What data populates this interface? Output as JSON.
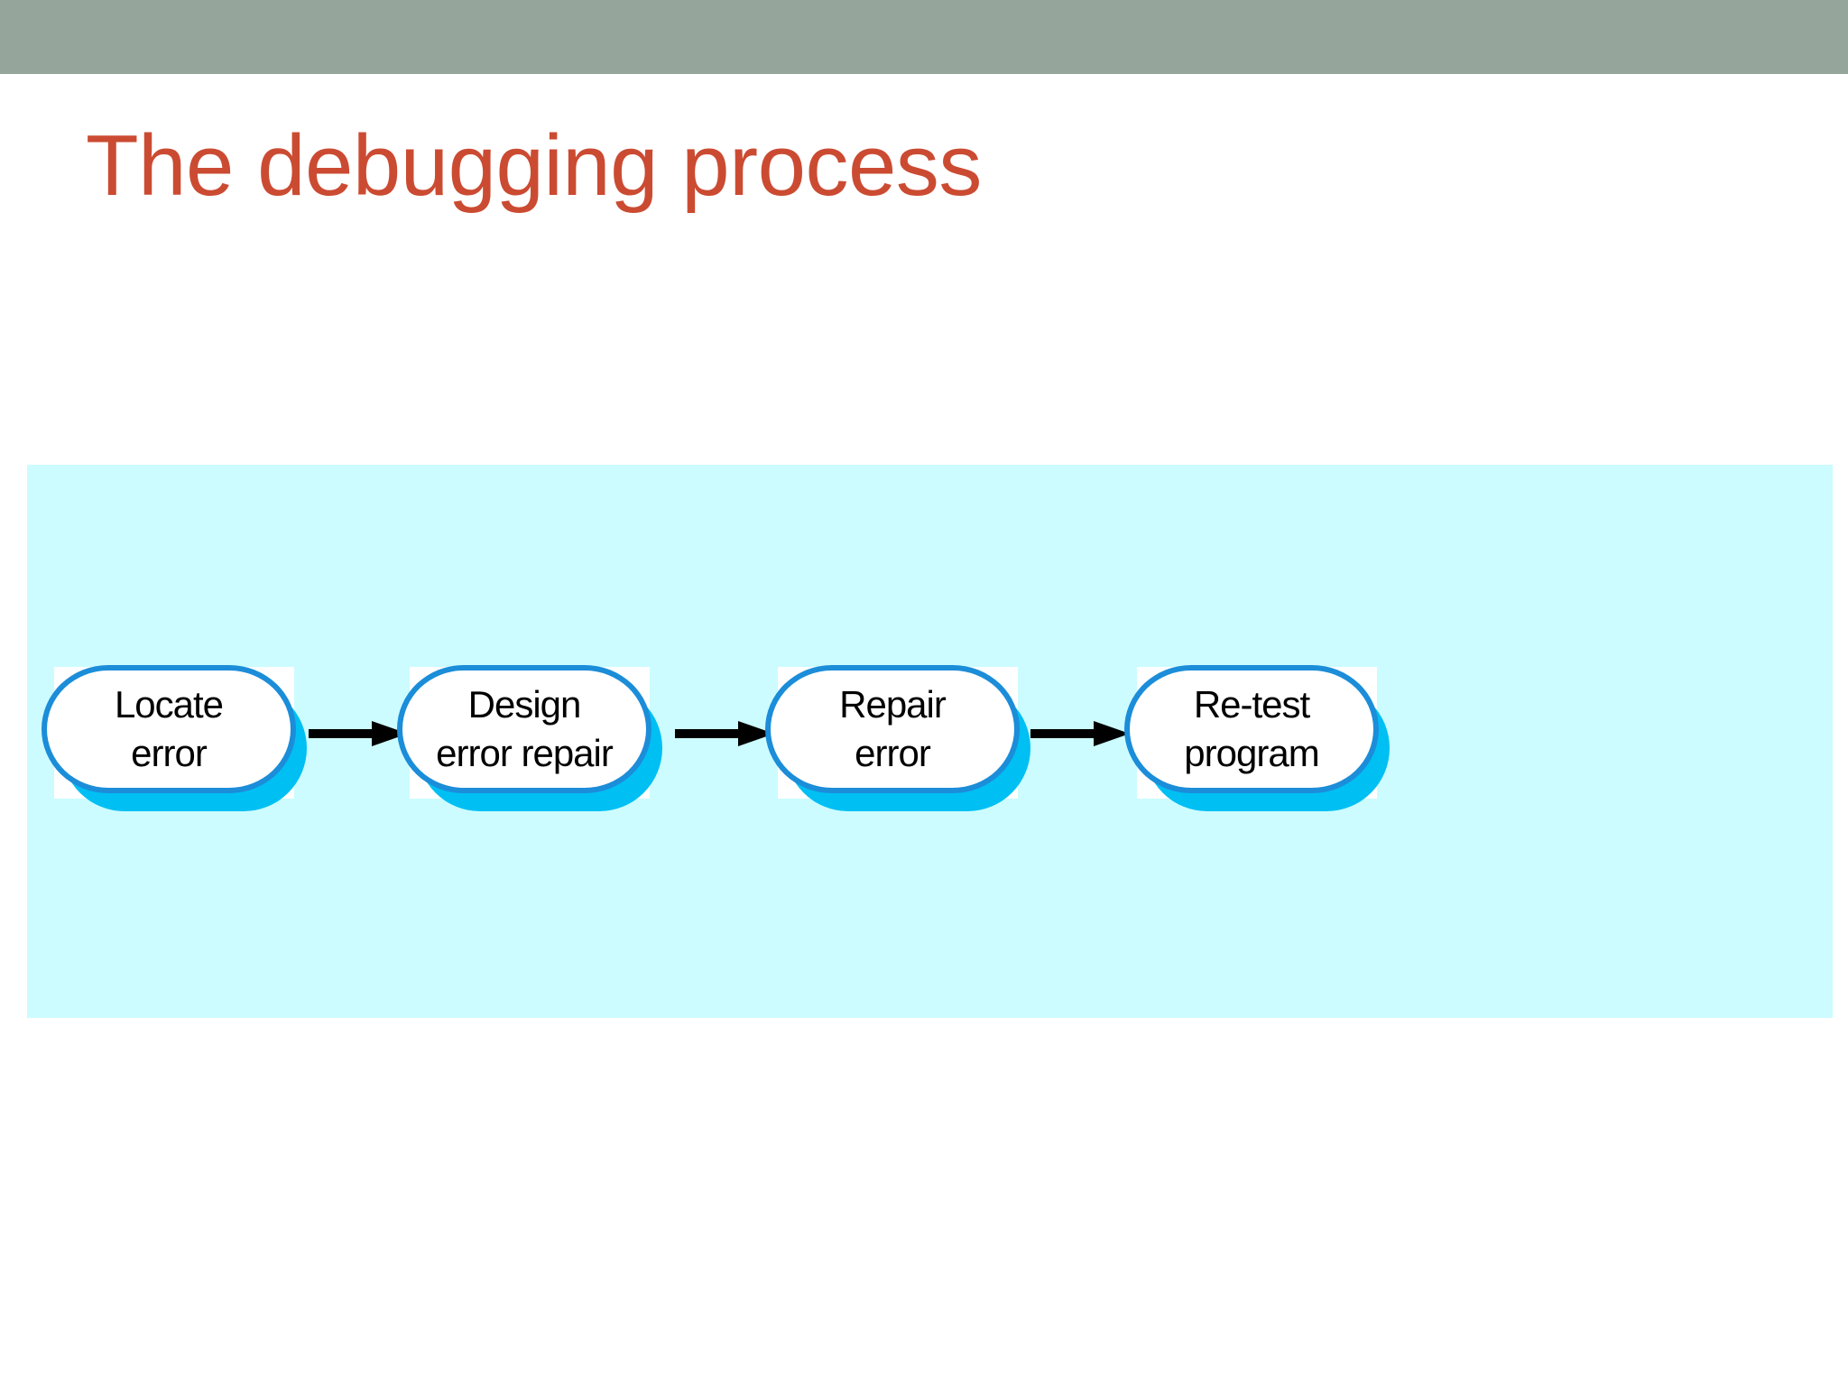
{
  "slide": {
    "title": "The debugging process",
    "title_color": "#cb4b32",
    "background_color": "#ffffff",
    "top_bar_color": "#95a59b"
  },
  "diagram": {
    "panel_color": "#ccfcff",
    "node_outline_color": "#1b8dd9",
    "node_fill_color": "#ffffff",
    "node_shadow_color": "#00bff3",
    "arrow_color": "#000000",
    "nodes": [
      {
        "line1": "Locate",
        "line2": "error"
      },
      {
        "line1": "Design",
        "line2": "error repair"
      },
      {
        "line1": "Repair",
        "line2": "error"
      },
      {
        "line1": "Re-test",
        "line2": "program"
      }
    ],
    "arrows": [
      {
        "from": "Locate error",
        "to": "Design error repair"
      },
      {
        "from": "Design error repair",
        "to": "Repair error"
      },
      {
        "from": "Repair error",
        "to": "Re-test program"
      }
    ]
  }
}
